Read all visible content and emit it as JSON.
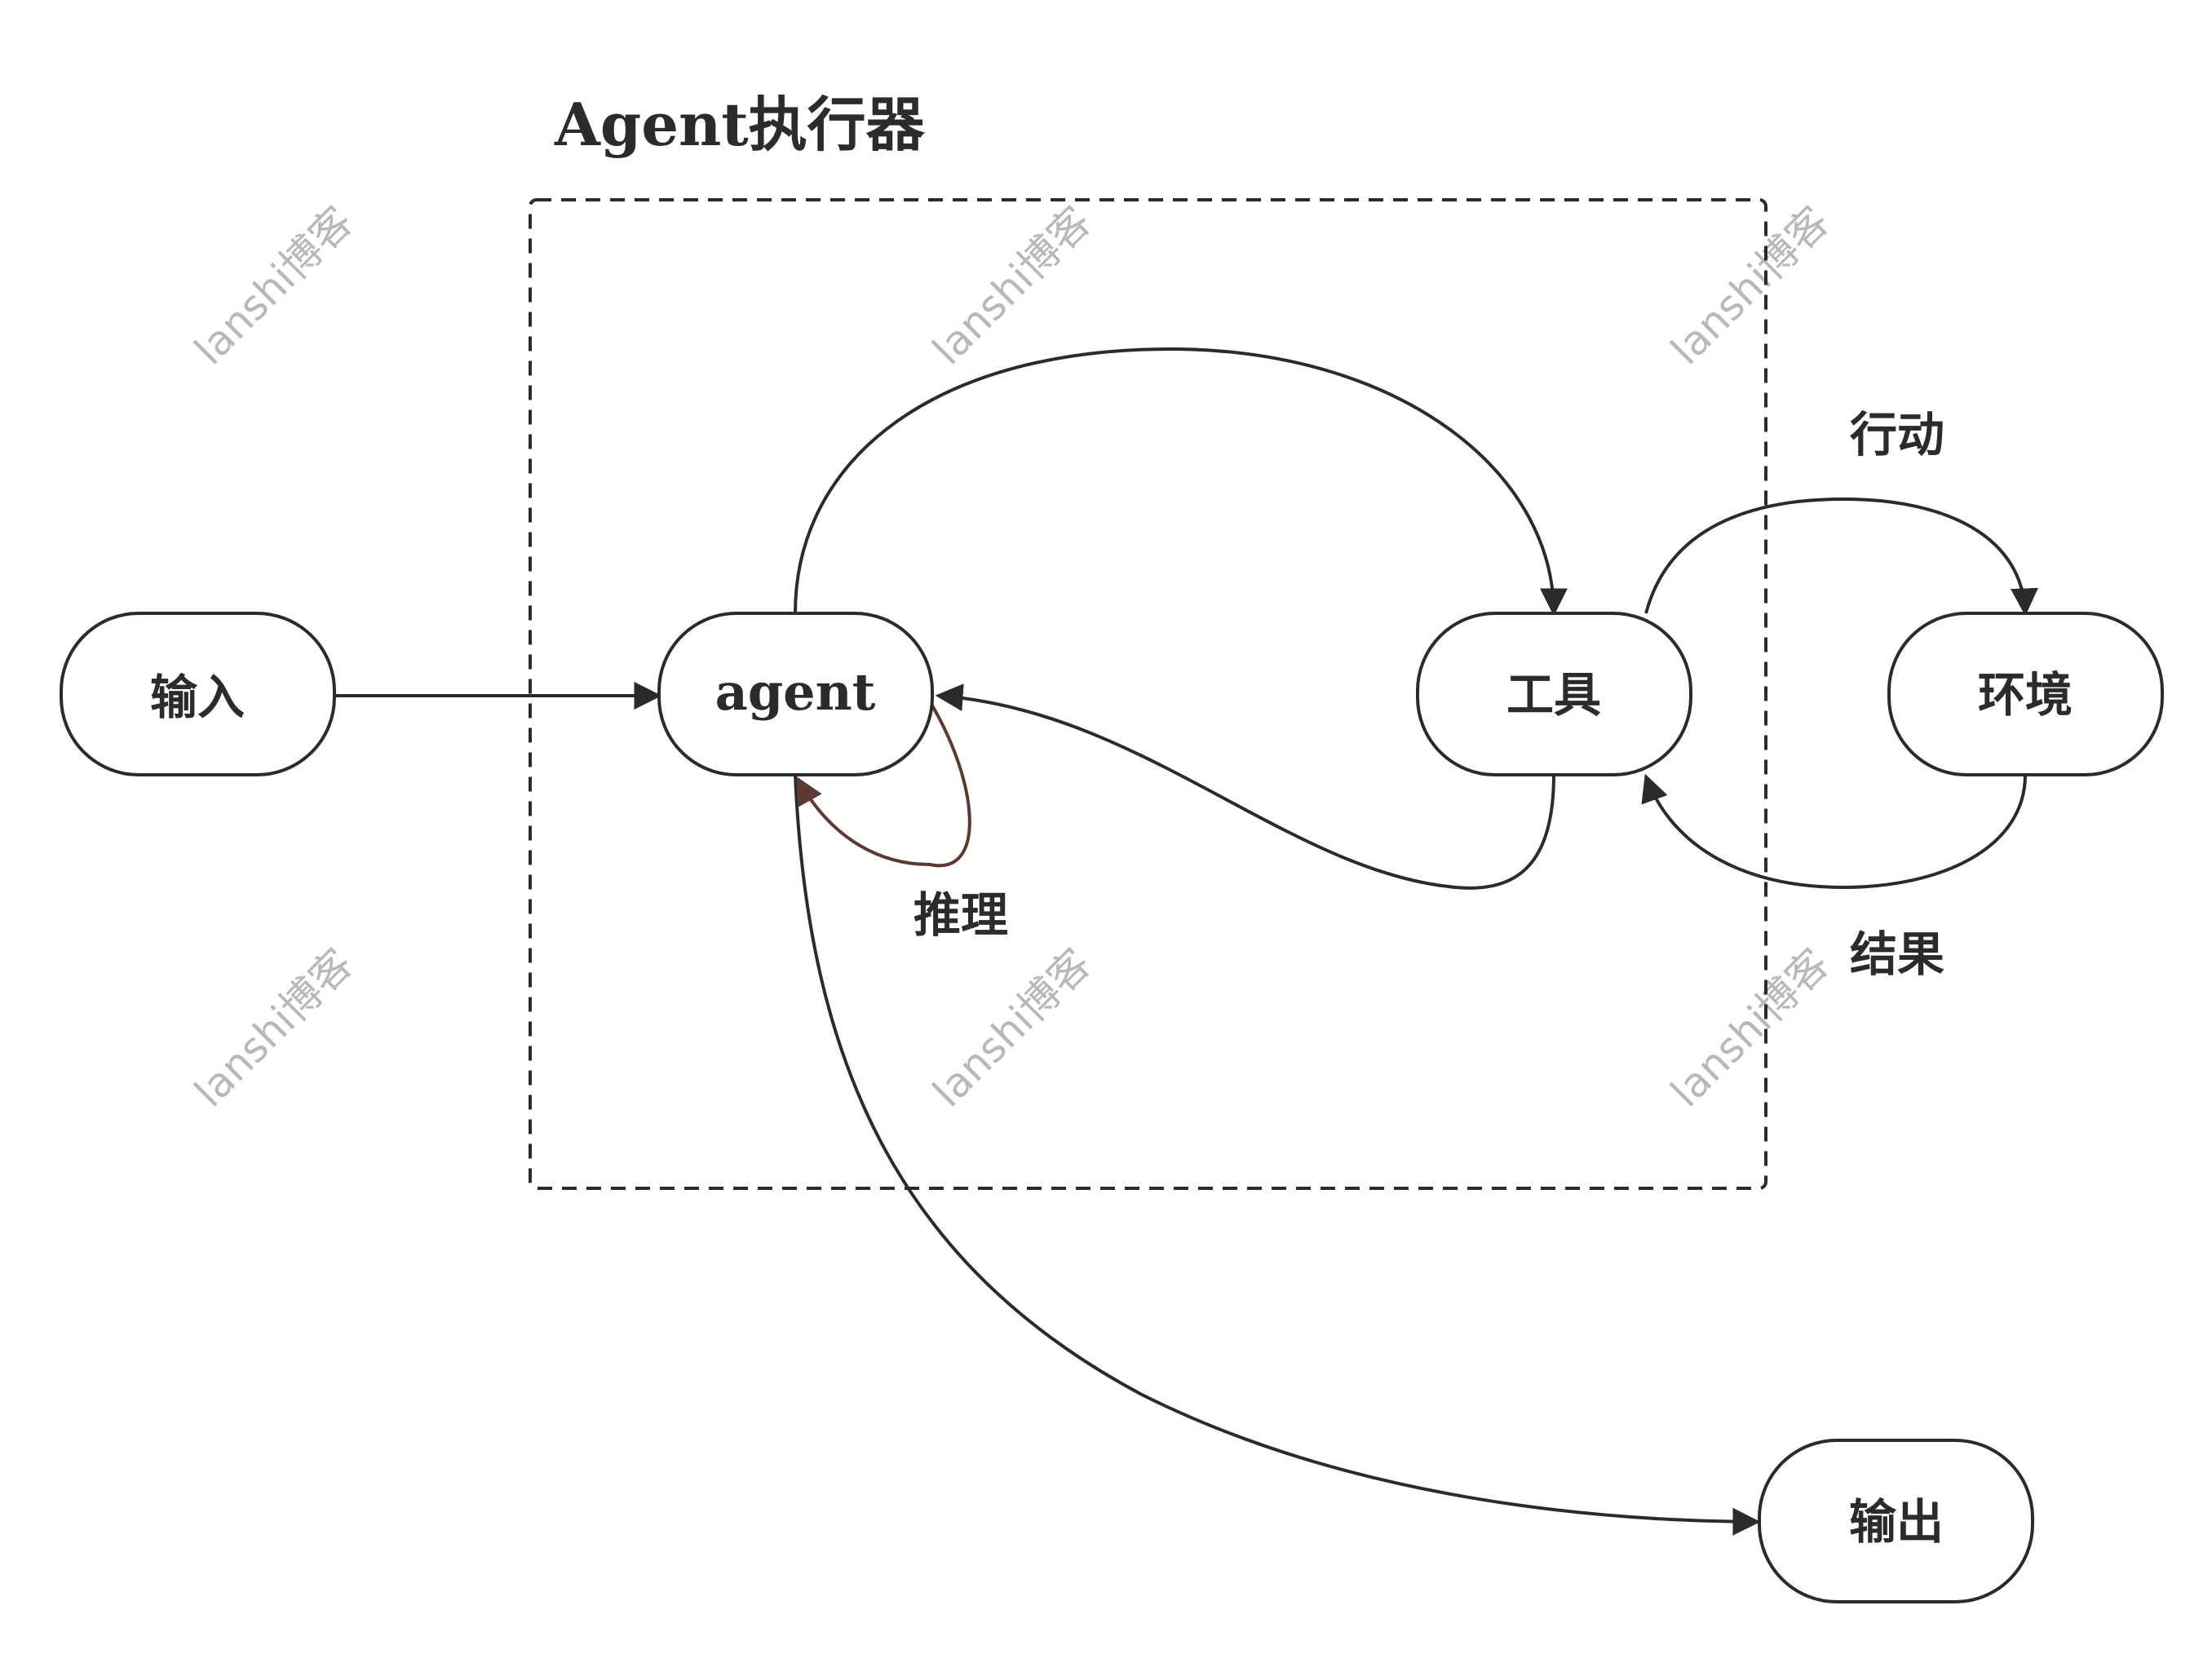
{
  "container": {
    "title": "Agent执行器"
  },
  "nodes": {
    "input": "输入",
    "agent": "agent",
    "tool": "工具",
    "env": "环境",
    "output": "输出"
  },
  "edge_labels": {
    "reasoning": "推理",
    "action": "行动",
    "result": "结果"
  },
  "watermark": "lanshi博客",
  "colors": {
    "stroke": "#2b2b2b",
    "self_loop": "#5a3a32",
    "watermark": "#b8b8b8",
    "background": "#ffffff"
  }
}
